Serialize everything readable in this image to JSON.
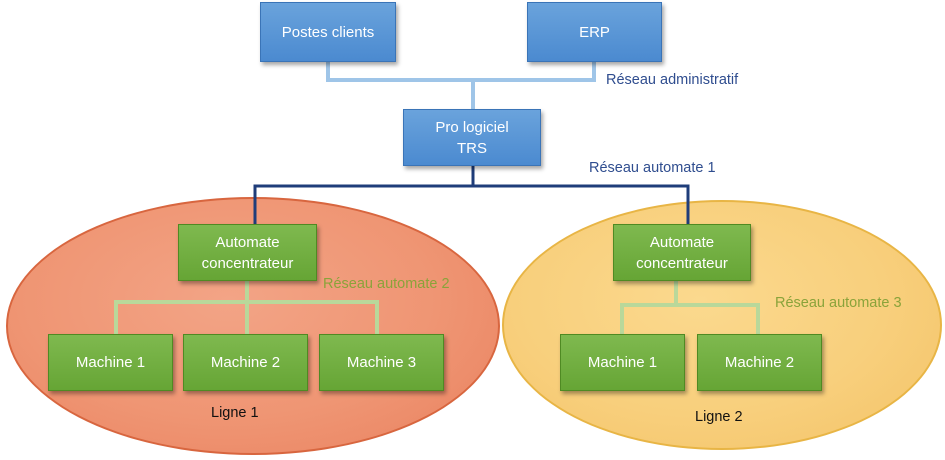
{
  "nodes": {
    "postes_clients": "Postes clients",
    "erp": "ERP",
    "pro_logiciel": "Pro logiciel\nTRS",
    "automate_1": "Automate\nconcentrateur",
    "automate_2": "Automate\nconcentrateur",
    "ligne1_machine1": "Machine 1",
    "ligne1_machine2": "Machine 2",
    "ligne1_machine3": "Machine 3",
    "ligne2_machine1": "Machine 1",
    "ligne2_machine2": "Machine 2"
  },
  "networks": {
    "administratif": "Réseau administratif",
    "automate_1": "Réseau automate 1",
    "automate_2": "Réseau automate 2",
    "automate_3": "Réseau automate 3"
  },
  "lines": {
    "ligne1": "Ligne 1",
    "ligne2": "Ligne 2"
  },
  "colors": {
    "box_blue": "#4b8ad0",
    "box_green": "#66a535",
    "wire_light_blue": "#9fc5e8",
    "wire_dark_blue": "#1f3d7a",
    "wire_light_green": "#b9d89a",
    "ligne1_fill": "#ef9573",
    "ligne2_fill": "#f8cf7c"
  }
}
